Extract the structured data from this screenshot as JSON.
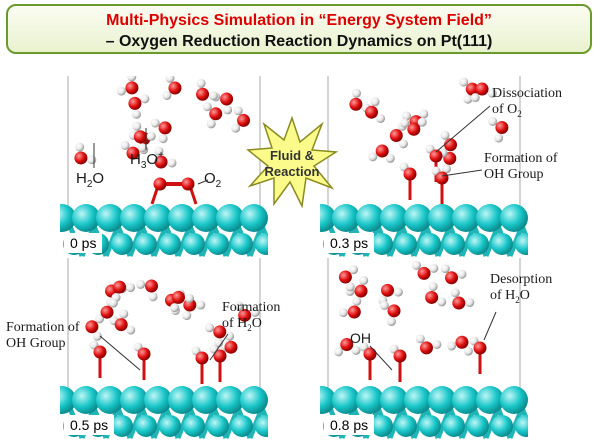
{
  "header": {
    "title_line1": "Multi-Physics Simulation in “Energy System Field”",
    "title_line2": "– Oxygen Reduction Reaction Dynamics on Pt(111)"
  },
  "burst": {
    "text": "Fluid &\nReaction",
    "line1": "Fluid &",
    "line2": "Reaction"
  },
  "panels": [
    {
      "time": "0 ps"
    },
    {
      "time": "0.3 ps"
    },
    {
      "time": "0.5 ps"
    },
    {
      "time": "0.8 ps"
    }
  ],
  "labels": {
    "h2o_p1": "H2O",
    "h3o_p1": "H3O+",
    "o2_p1": "O2",
    "dissociation": "Dissociation of O2",
    "formation_oh_p2": "Formation of OH Group",
    "formation_oh_p3": "Formation of OH Group",
    "formation_h2o_p3": "Formation of H2O",
    "oh_p4": "OH",
    "desorption": "Desorption of H2O"
  },
  "colors": {
    "title_red": "#dd0000",
    "banner_border": "#6a9a2c",
    "pt_atom": "#19c7c9",
    "oxygen_atom": "#e01010",
    "hydrogen_atom": "#e8e8e8",
    "burst_fill": "#fbfb8c"
  }
}
